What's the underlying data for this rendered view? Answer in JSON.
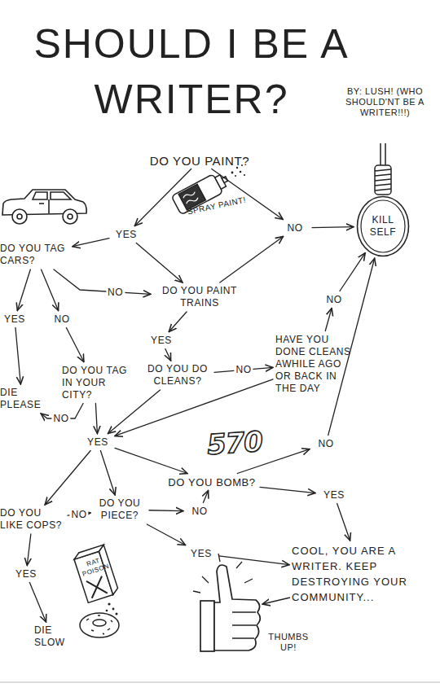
{
  "diagram": {
    "title": "SHOULD I BE A WRITER?",
    "nodes": [
      {
        "text": [
          "DO YOU PAINT?"
        ]
      },
      {
        "text": [
          "YES"
        ]
      },
      {
        "text": [
          "NO"
        ]
      },
      {
        "text": [
          "KILL SELF"
        ]
      },
      {
        "text": [
          "DO YOU TAG CARS?"
        ]
      },
      {
        "text": [
          "DO YOU PAINT TRAINS"
        ]
      },
      {
        "text": [
          "YES"
        ]
      },
      {
        "text": [
          "NO"
        ]
      },
      {
        "text": [
          "NO"
        ]
      },
      {
        "text": [
          "YES"
        ]
      },
      {
        "text": [
          "HAVE YOU DONE CLEANS AWHILE AGO OR BACK IN THE DAY"
        ]
      },
      {
        "text": [
          "DO YOU DO CLEANS?"
        ]
      },
      {
        "text": [
          "DO YOU TAG IN YOUR CITY?"
        ]
      },
      {
        "text": [
          "DIE PLEASE"
        ]
      },
      {
        "text": [
          "YES"
        ]
      },
      {
        "text": [
          "NO"
        ]
      },
      {
        "text": [
          "DO YOU BOMB?"
        ]
      },
      {
        "text": [
          "YES"
        ]
      },
      {
        "text": [
          "DO YOU PIECE?"
        ]
      },
      {
        "text": [
          "NO"
        ]
      },
      {
        "text": [
          "DO YOU LIKE COPS?"
        ]
      },
      {
        "text": [
          "YES"
        ]
      },
      {
        "text": [
          "COOL, YOU ARE A WRITER. KEEP DESTROYING YOUR COMMUNITY..."
        ]
      },
      {
        "text": [
          "YES"
        ]
      },
      {
        "text": [
          "DIE SLOW"
        ]
      }
    ],
    "edges": [
      {
        "from": 0,
        "to": 1,
        "arrow": "to"
      },
      {
        "from": 0,
        "to": 2,
        "arrow": "to"
      },
      {
        "from": 2,
        "to": 3,
        "arrow": "to"
      },
      {
        "from": 1,
        "to": 4,
        "arrow": "to"
      },
      {
        "from": 1,
        "to": 5,
        "arrow": "to"
      },
      {
        "from": 4,
        "to": 5,
        "label": "NO",
        "arrow": "to"
      },
      {
        "from": 5,
        "to": 2,
        "arrow": "to"
      },
      {
        "from": 4,
        "to": 6,
        "arrow": "to"
      },
      {
        "from": 4,
        "to": 7,
        "arrow": "to"
      },
      {
        "from": 5,
        "to": 9,
        "arrow": "to"
      },
      {
        "from": 6,
        "to": 13,
        "arrow": "to"
      },
      {
        "from": 7,
        "to": 12,
        "arrow": "to"
      },
      {
        "from": 12,
        "to": 13,
        "label": "NO",
        "arrow": "to"
      },
      {
        "from": 12,
        "to": 14,
        "arrow": "to"
      },
      {
        "from": 9,
        "to": 11,
        "arrow": "to"
      },
      {
        "from": 11,
        "to": 10,
        "label": "NO",
        "arrow": "to"
      },
      {
        "from": 11,
        "to": 14,
        "arrow": "to"
      },
      {
        "from": 10,
        "to": 8,
        "arrow": "to"
      },
      {
        "from": 8,
        "to": 3,
        "arrow": "to"
      },
      {
        "from": 10,
        "to": 14,
        "arrow": "to"
      },
      {
        "from": 14,
        "to": 20,
        "arrow": "to"
      },
      {
        "from": 14,
        "to": 18,
        "arrow": "to"
      },
      {
        "from": 14,
        "to": 16,
        "arrow": "to"
      },
      {
        "from": 20,
        "to": 18,
        "label": "NO",
        "arrow": "to"
      },
      {
        "from": 20,
        "to": 23,
        "arrow": "to"
      },
      {
        "from": 23,
        "to": 24,
        "arrow": "to"
      },
      {
        "from": 18,
        "to": 19,
        "arrow": "to"
      },
      {
        "from": 19,
        "to": 16,
        "arrow": "to"
      },
      {
        "from": 18,
        "to": 21,
        "arrow": "to"
      },
      {
        "from": 21,
        "to": 22,
        "arrow": "to"
      },
      {
        "from": 16,
        "to": 15,
        "arrow": "to"
      },
      {
        "from": 15,
        "to": 3,
        "arrow": "to"
      },
      {
        "from": 16,
        "to": 17,
        "arrow": "to"
      },
      {
        "from": 17,
        "to": 22,
        "arrow": "to"
      }
    ],
    "labels": [
      "BY: LUSH! (WHO SHOULD'NT BE A WRITER!!!)",
      "SPRAY PAINT!",
      "570",
      "RAT POISON",
      "THUMBS UP!"
    ]
  }
}
